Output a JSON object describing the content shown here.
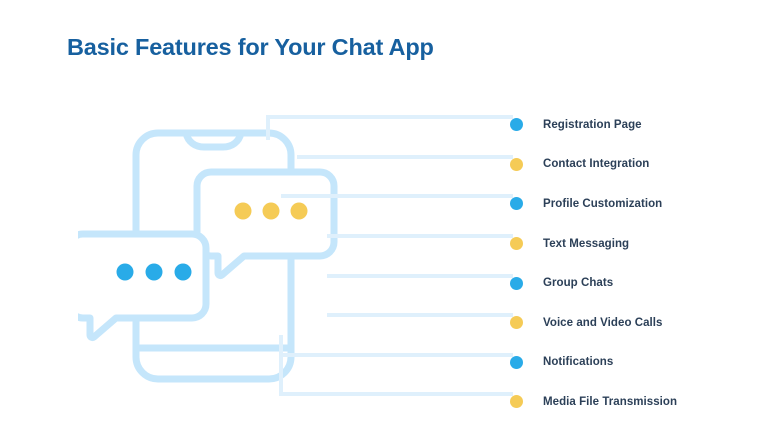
{
  "title": "Basic Features for Your Chat App",
  "colors": {
    "title": "#17609F",
    "label": "#2C4058",
    "dot_blue": "#29ABE8",
    "dot_yellow": "#F5CB56",
    "illustration_stroke": "#C5E6FB",
    "connector_line": "#DFF0FC",
    "background": "#FFFFFF"
  },
  "illustration": {
    "name": "chat-app-phone-illustration",
    "phone": "smartphone-outline",
    "bubbles": [
      {
        "name": "yellow-chat-bubble",
        "dot_color": "#F5CB56",
        "dot_count": 3
      },
      {
        "name": "blue-chat-bubble",
        "dot_color": "#29ABE8",
        "dot_count": 3
      }
    ]
  },
  "features": [
    {
      "label": "Registration Page",
      "dot": "blue"
    },
    {
      "label": "Contact Integration",
      "dot": "yellow"
    },
    {
      "label": "Profile Customization",
      "dot": "blue"
    },
    {
      "label": "Text Messaging",
      "dot": "yellow"
    },
    {
      "label": "Group Chats",
      "dot": "blue"
    },
    {
      "label": "Voice and Video Calls",
      "dot": "yellow"
    },
    {
      "label": "Notifications",
      "dot": "blue"
    },
    {
      "label": "Media File Transmission",
      "dot": "yellow"
    }
  ]
}
